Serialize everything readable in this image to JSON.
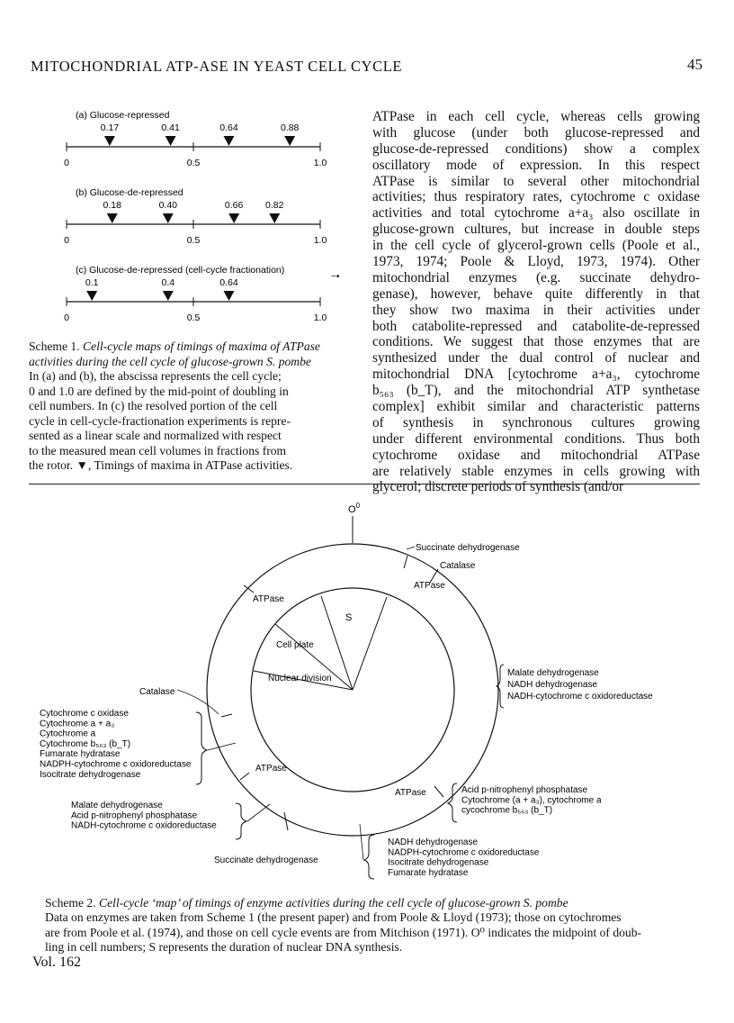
{
  "header": {
    "running_title": "MITOCHONDRIAL ATP-ASE IN YEAST CELL CYCLE",
    "page_number": "45"
  },
  "scheme1": {
    "panels": [
      {
        "label": "(a) Glucose-repressed",
        "maxima": [
          0.17,
          0.41,
          0.64,
          0.88
        ],
        "maxima_labels": [
          "0.17",
          "0.41",
          "0.64",
          "0.88"
        ]
      },
      {
        "label": "(b) Glucose-de-repressed",
        "maxima": [
          0.18,
          0.4,
          0.66,
          0.82
        ],
        "maxima_labels": [
          "0.18",
          "0.40",
          "0.66",
          "0.82"
        ]
      },
      {
        "label": "(c) Glucose-de-repressed (cell-cycle fractionation)",
        "maxima": [
          0.1,
          0.4,
          0.64
        ],
        "maxima_labels": [
          "0.1",
          "0.4",
          "0.64"
        ]
      }
    ],
    "axis_labels": [
      "0",
      "0.5",
      "1.0"
    ],
    "caption_lines": [
      "Scheme 1. Cell-cycle maps of timings of maxima of ATPase",
      "activities during the cell cycle of glucose-grown S. pombe",
      "In (a) and (b), the abscissa represents the cell cycle;",
      "0 and 1.0 are defined by the mid-point of doubling in",
      "cell numbers. In (c) the resolved portion of the cell",
      "cycle in cell-cycle-fractionation experiments is repre-",
      "sented as a linear scale and normalized with respect",
      "to the measured mean cell volumes in fractions from",
      "the rotor. ▼, Timings of maxima in ATPase activities."
    ]
  },
  "body_lines": [
    "ATPase in each cell cycle, whereas cells growing",
    "with glucose (under both glucose-repressed and",
    "glucose-de-repressed conditions) show a complex",
    "oscillatory mode of expression. In this respect",
    "ATPase is similar to several other mitochondrial",
    "activities; thus respiratory rates, cytochrome c oxidase",
    "activities and total cytochrome a+a₃ also oscillate in",
    "glucose-grown cultures, but increase in double steps",
    "in the cell cycle of glycerol-grown cells (Poole et al.,",
    "1973, 1974; Poole & Lloyd, 1973, 1974). Other",
    "mitochondrial enzymes (e.g. succinate dehydro-",
    "genase), however, behave quite differently in that",
    "they show two maxima in their activities under",
    "both catabolite-repressed and catabolite-de-repressed",
    "conditions. We suggest that those enzymes that are",
    "synthesized under the dual control of nuclear and",
    "mitochondrial DNA [cytochrome a+a₃, cytochrome",
    "b₅₆₃ (b_T), and the mitochondrial ATP synthetase",
    "complex] exhibit similar and characteristic patterns",
    "of synthesis in synchronous cultures growing",
    "under different environmental conditions. Thus both",
    "cytochrome oxidase and mitochondrial ATPase",
    "are relatively stable enzymes in cells growing with",
    "glycerol; discrete periods of synthesis (and/or"
  ],
  "scheme2": {
    "top_label": "O",
    "top_label_sup": "0",
    "inner": {
      "s_label": "S",
      "cell_plate": "Cell plate",
      "nuclear_division": "Nuclear division"
    },
    "ring_labels": {
      "succinate_top": "Succinate dehydrogenase",
      "catalase_top": "Catalase",
      "atpase_top_right": "ATPase",
      "atpase_top_left": "ATPase",
      "catalase_left": "Catalase",
      "atpase_left_lower": "ATPase",
      "atpase_bottom_right": "ATPase",
      "succinate_bottom": "Succinate dehydrogenase"
    },
    "group_right_mid": [
      "Malate dehydrogenase",
      "NADH dehydrogenase",
      "NADH-cytochrome c oxidoreductase"
    ],
    "group_left": [
      "Cytochrome c oxidase",
      "Cytochrome a + a₃",
      "Cytochrome a",
      "Cytochrome b₅₆₃ (b_T)",
      "Fumarate hydratase",
      "NADPH-cytochrome c oxidoreductase",
      "Isocitrate dehydrogenase"
    ],
    "group_left_bottom": [
      "Malate dehydrogenase",
      "Acid p-nitrophenyl phosphatase",
      "NADH-cytochrome c oxidoreductase"
    ],
    "group_right_bottom": [
      "Acid p-nitrophenyl phosphatase",
      "Cytochrome (a + a₃), cytochrome a",
      "cycochrome b₅₆₃ (b_T)"
    ],
    "group_bottom": [
      "NADH dehydrogenase",
      "NADPH-cytochrome c oxidoreductase",
      "Isocitrate dehydrogenase",
      "Fumarate hydratase"
    ],
    "caption_lines": [
      "Scheme 2. Cell-cycle ‘map’ of timings of enzyme activities during the cell cycle of glucose-grown S. pombe",
      "Data on enzymes are taken from Scheme 1 (the present paper) and from Poole & Lloyd (1973); those on cytochromes",
      "are from Poole et al. (1974), and those on cell cycle events are from Mitchison (1971). O⁰ indicates the midpoint of doub-",
      "ling in cell numbers; S represents the duration of nuclear DNA synthesis."
    ]
  },
  "footer": "Vol. 162"
}
